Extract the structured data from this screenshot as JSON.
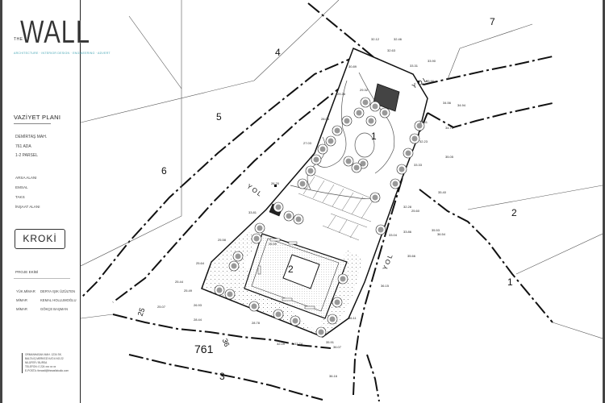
{
  "brand": {
    "the": "THE",
    "wall": "WALL",
    "tagline": "ARCHITECTURE · INTERIOR DESIGN · ENGINEERING · ADVERT"
  },
  "sidebar": {
    "section_title": "VAZİYET PLANI",
    "location": [
      "DEMİRTAŞ MAH.",
      "761 ADA",
      "1-2 PARSEL"
    ],
    "areas": [
      "ARSA ALANI",
      "EMSAL",
      "TAKS",
      "İNŞAAT ALANI"
    ],
    "kroki_button": "KROKİ",
    "team_title": "PROJE EKİBİ",
    "team": [
      {
        "role": "YÜK.MİMAR",
        "name": "DERYA IŞIK ÜZÜLTEN"
      },
      {
        "role": "MİMAR",
        "name": "KEMAL HOLLUMOĞLU"
      },
      {
        "role": "MİMAR",
        "name": "GÖKÇE BAŞMAN"
      }
    ],
    "contact": [
      "ORMANHASAN MAH. 1234 SK.",
      "BALTA İŞ MERKEZİ KAT:4 NO:22",
      "NİLÜFER / BURSA",
      "TELEFON: 0 224 xxx xx xx",
      "E-POSTA: thewall@thewallstudio.com"
    ]
  },
  "map": {
    "parcels": [
      {
        "id": "p7",
        "text": "7"
      },
      {
        "id": "p4",
        "text": "4"
      },
      {
        "id": "p5",
        "text": "5"
      },
      {
        "id": "p6",
        "text": "6"
      },
      {
        "id": "p1",
        "text": "1"
      },
      {
        "id": "p2",
        "text": "2"
      },
      {
        "id": "p2b",
        "text": "2"
      },
      {
        "id": "p1b",
        "text": "1"
      },
      {
        "id": "p3",
        "text": "3"
      },
      {
        "id": "block",
        "text": "761"
      },
      {
        "id": "r25",
        "text": "25"
      },
      {
        "id": "r36",
        "text": "36"
      }
    ],
    "roads": [
      {
        "id": "yol1",
        "text": "YOL"
      },
      {
        "id": "yol2",
        "text": "YOL"
      },
      {
        "id": "yol3",
        "text": "YOL"
      }
    ],
    "elevations": [
      "32.12",
      "32.46",
      "32.63",
      "33.90",
      "33.31",
      "30.89",
      "33.90",
      "29.32",
      "29.28",
      "34.56",
      "34.94",
      "28.05",
      "32.41",
      "34.76",
      "27.03",
      "32.23",
      "35.05",
      "33.33",
      "26.20",
      "35.40",
      "32.28",
      "33.81",
      "25.60",
      "33.04",
      "33.86",
      "35.53",
      "25.58",
      "26.59",
      "36.54",
      "35.66",
      "25.64",
      "36.15",
      "25.44",
      "25.49",
      "25.07",
      "26.93",
      "28.44",
      "28.78",
      "36.11",
      "32.09",
      "32.74",
      "35.91",
      "36.07",
      "36.16"
    ]
  }
}
